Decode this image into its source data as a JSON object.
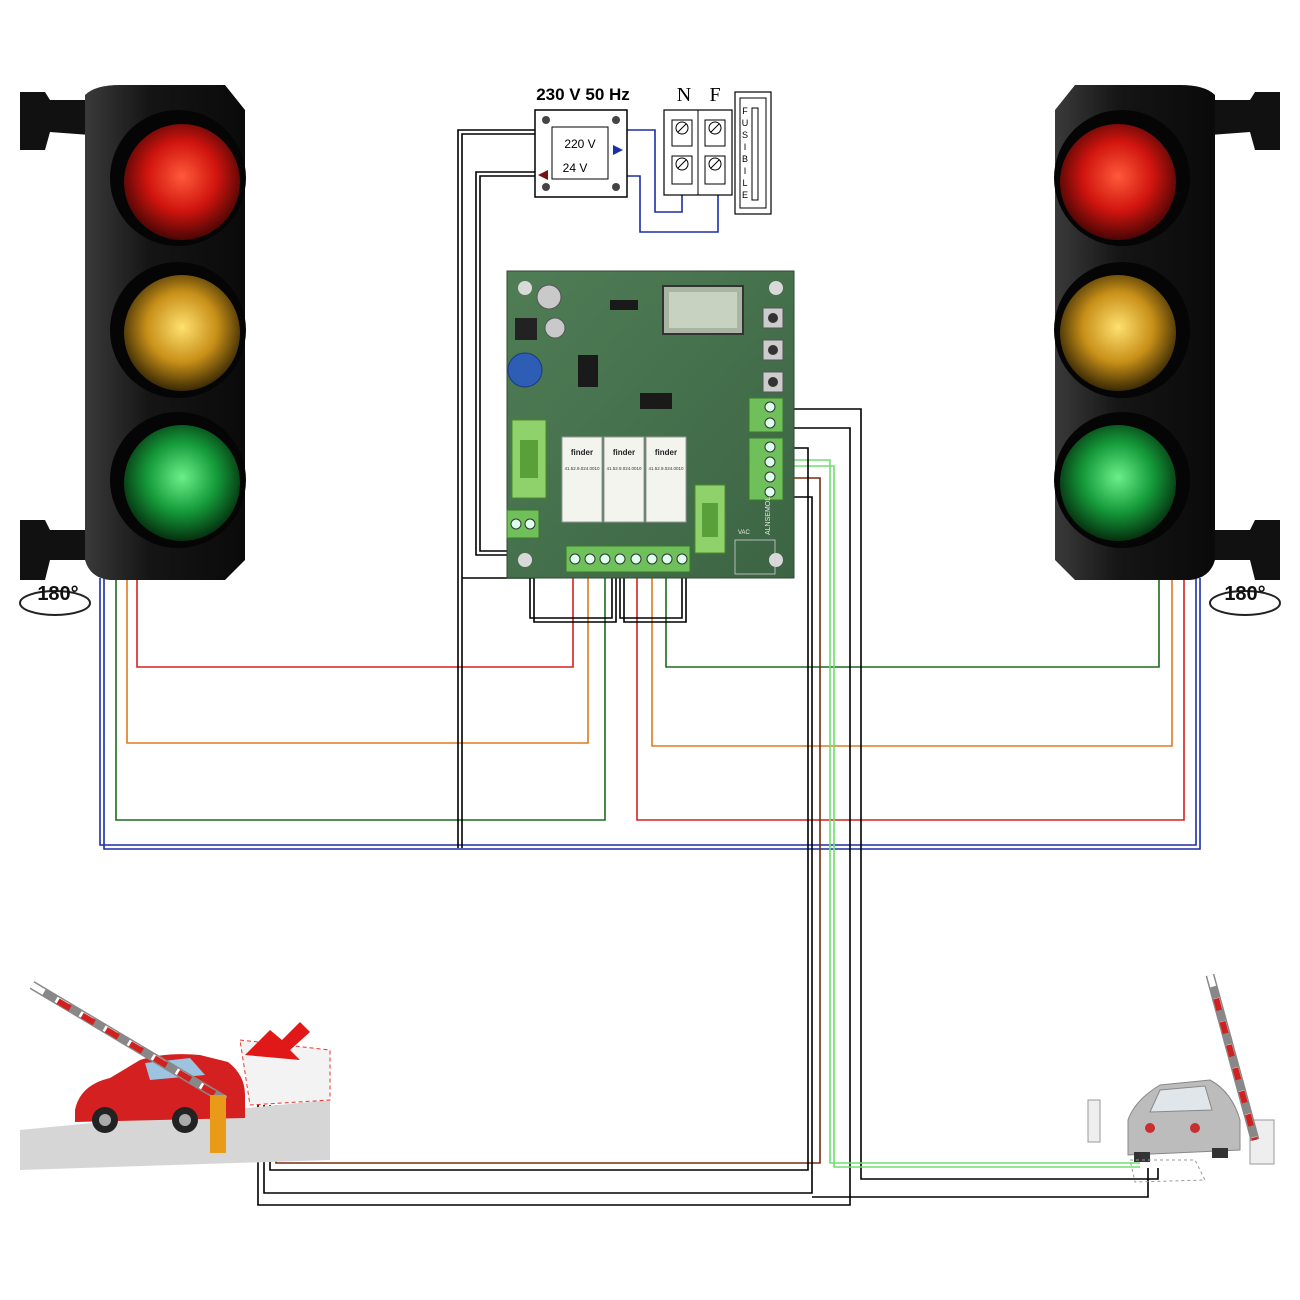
{
  "power": {
    "supply_label": "230 V 50 Hz",
    "transformer_primary": "220 V",
    "transformer_secondary": "24 V",
    "terminal_n": "N",
    "terminal_f": "F",
    "fuse_letters": [
      "F",
      "U",
      "S",
      "I",
      "B",
      "I",
      "L",
      "E"
    ]
  },
  "traffic_lights": {
    "left_rotation": "180°",
    "right_rotation": "180°",
    "lamp_colors": {
      "red": "#e02020",
      "amber": "#d8a020",
      "green": "#1faa40"
    }
  },
  "board": {
    "relay_brand": "finder",
    "relay_codes": [
      "41.52.9.024.0010",
      "41.52.9.024.0010",
      "41.52.9.024.0010"
    ],
    "model_text": "ALNSEMOL",
    "vac_label": "VAC"
  },
  "wire_colors": {
    "neutral_blue": "#1b2fa8",
    "phase_red": "#d62020",
    "orange": "#e07a20",
    "dark_green": "#1e6b1e",
    "light_green": "#6ee06e",
    "brown": "#7a2a10",
    "black": "#000000"
  }
}
